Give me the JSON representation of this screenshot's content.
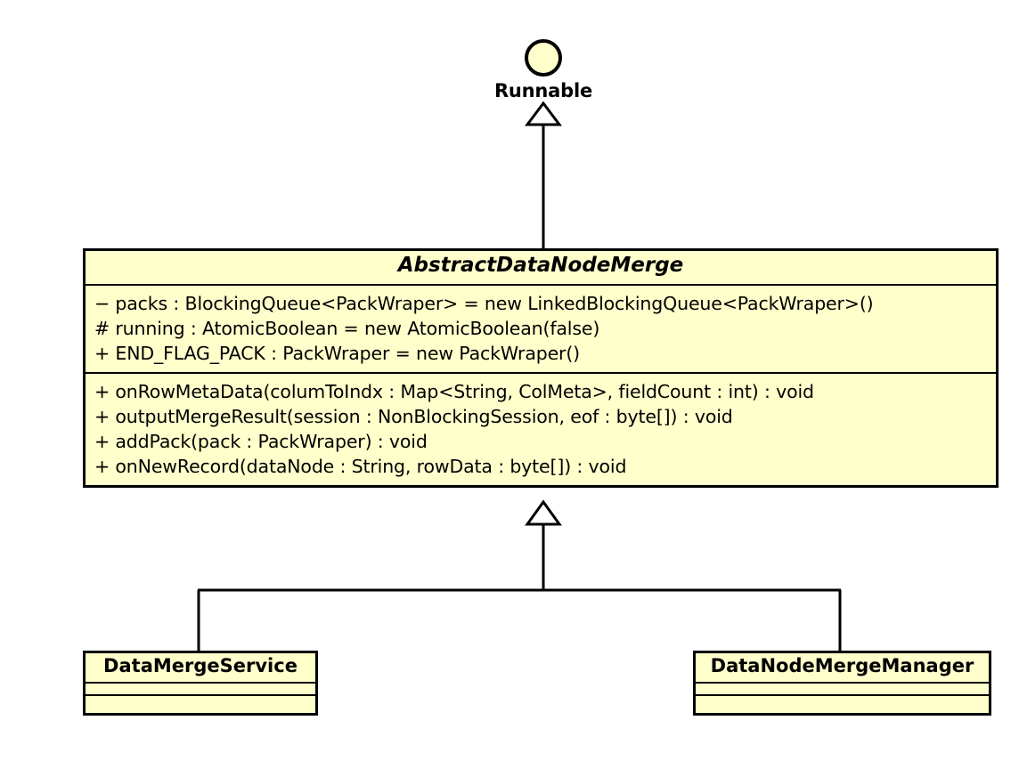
{
  "diagram": {
    "kind": "uml-class-diagram",
    "background_color": "#FFFFFF",
    "class_fill_color": "#FFFFCC",
    "line_color": "#000000"
  },
  "interface": {
    "name": "Runnable",
    "notation": "lollipop-circle",
    "icon": "circle-icon"
  },
  "abstract_class": {
    "name": "AbstractDataNodeMerge",
    "is_abstract": true,
    "attributes": [
      "− packs : BlockingQueue<PackWraper> = new LinkedBlockingQueue<PackWraper>()",
      "# running : AtomicBoolean = new AtomicBoolean(false)",
      "+ END_FLAG_PACK : PackWraper = new PackWraper()"
    ],
    "methods": [
      "+ onRowMetaData(columToIndx : Map<String, ColMeta>, fieldCount : int) : void",
      "+ outputMergeResult(session : NonBlockingSession, eof : byte[]) : void",
      "+ addPack(pack : PackWraper) : void",
      "+ onNewRecord(dataNode : String, rowData : byte[]) : void"
    ]
  },
  "subclasses": [
    {
      "name": "DataMergeService",
      "attributes": [],
      "methods": []
    },
    {
      "name": "DataNodeMergeManager",
      "attributes": [],
      "methods": []
    }
  ],
  "relationships": [
    {
      "type": "realization",
      "from": "AbstractDataNodeMerge",
      "to": "Runnable",
      "arrowhead": "hollow-triangle"
    },
    {
      "type": "generalization",
      "from": "DataMergeService",
      "to": "AbstractDataNodeMerge",
      "arrowhead": "hollow-triangle"
    },
    {
      "type": "generalization",
      "from": "DataNodeMergeManager",
      "to": "AbstractDataNodeMerge",
      "arrowhead": "hollow-triangle"
    }
  ]
}
